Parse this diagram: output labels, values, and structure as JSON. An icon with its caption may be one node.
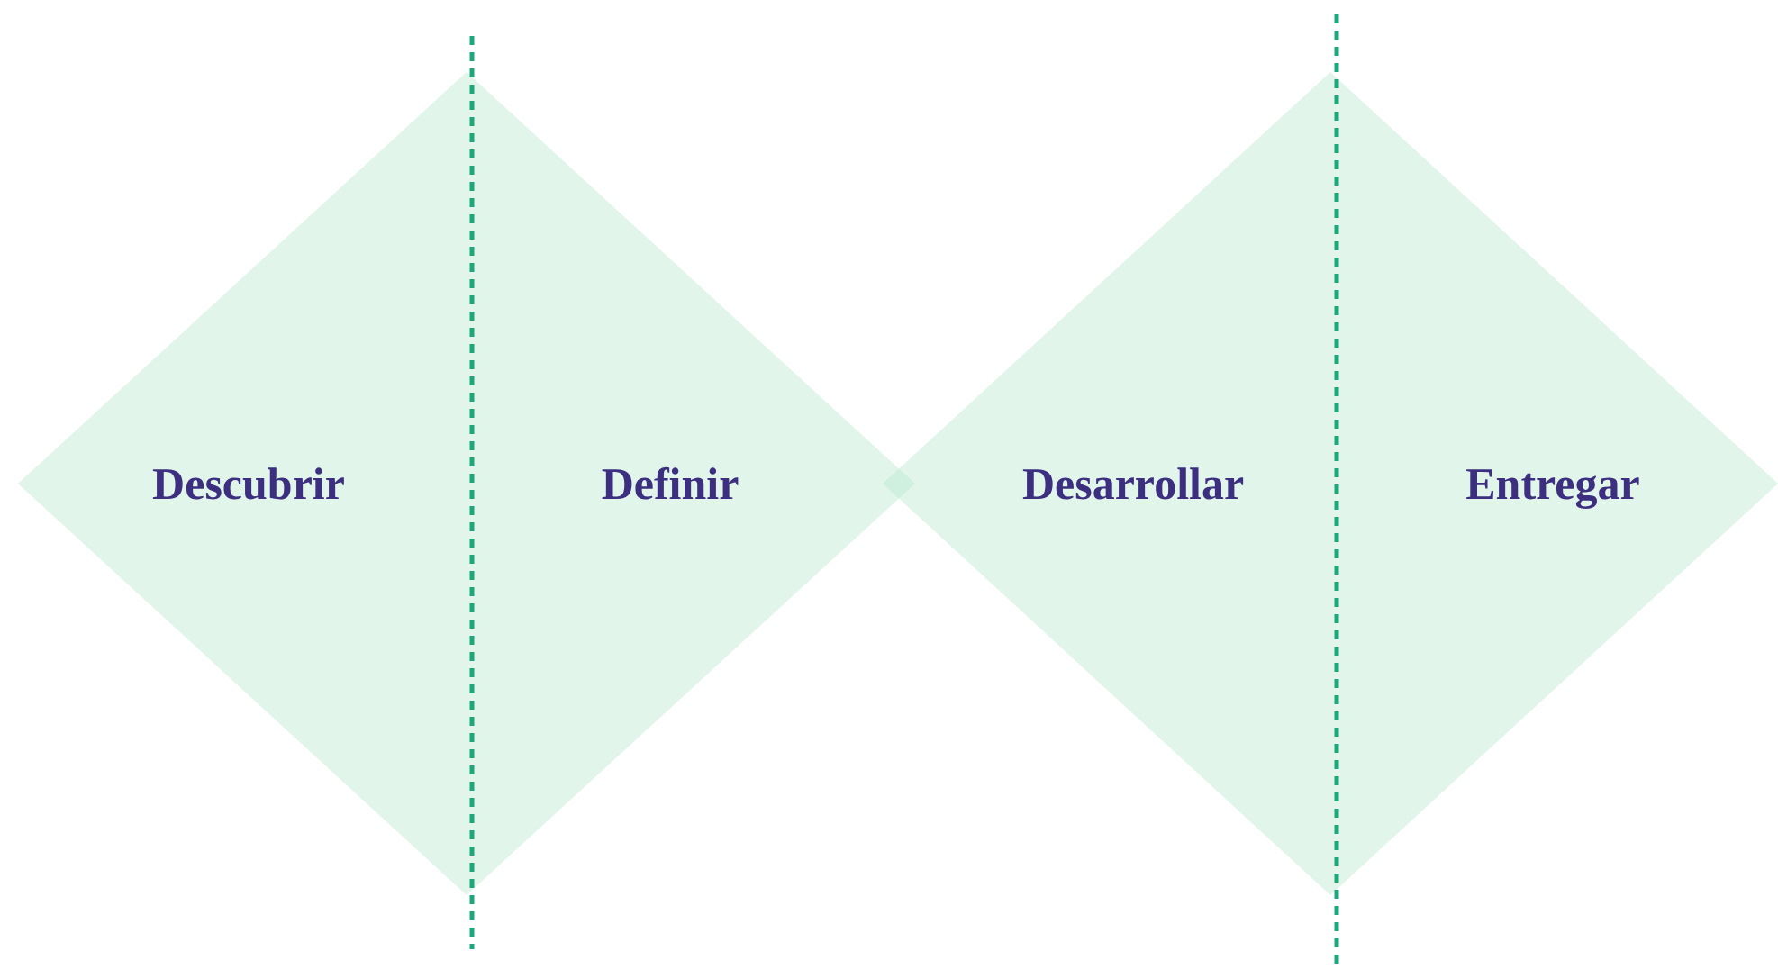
{
  "diagram": {
    "nodes": [
      {
        "text": [
          "Descubrir",
          "Definir"
        ]
      },
      {
        "text": [
          "Desarrollar",
          "Entregar"
        ]
      }
    ]
  }
}
